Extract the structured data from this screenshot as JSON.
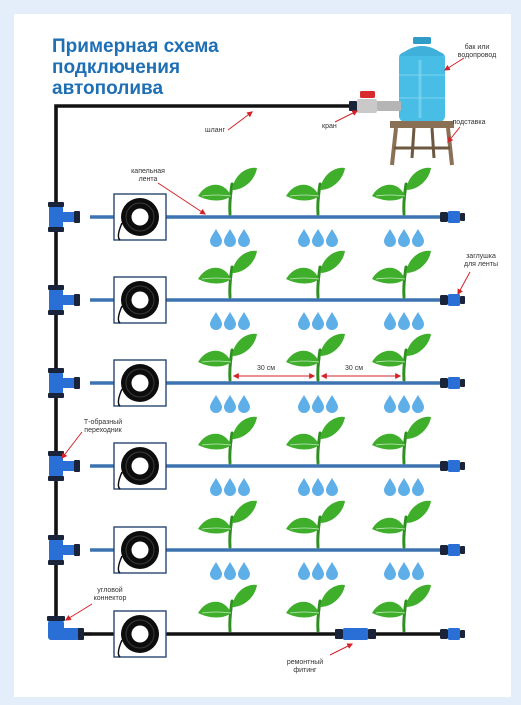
{
  "title": "Примерная схема\nподключения\nавтополива",
  "labels": {
    "tank": "бак или\nводопровод",
    "stand": "подставка",
    "valve": "кран",
    "hose": "шланг",
    "drip_tape": "капельная\nлента",
    "end_plug": "заглушка\nдля ленты",
    "spacing_1": "30 см",
    "spacing_2": "30 см",
    "tee": "Т-образный\nпереходник",
    "corner": "угловой\nконнектор",
    "repair": "ремонтный\nфитинг"
  },
  "rows": 6,
  "colors": {
    "title": "#1f6fb5",
    "pipe": "#121212",
    "tape": "#3d73b0",
    "fitting": "#2a6fd6",
    "nut": "#19243a",
    "leaf": "#3eae2b",
    "drop": "#5eaee8",
    "tank": "#48bde6",
    "valve": "#d8292f",
    "stand": "#8a7055",
    "callout": "#d2232a",
    "text": "#333333"
  },
  "icons": [
    "water-tank",
    "wooden-stand",
    "ball-valve",
    "drip-tape-coil",
    "sprout",
    "water-drop",
    "tee-connector",
    "corner-connector",
    "end-plug",
    "repair-fitting"
  ]
}
